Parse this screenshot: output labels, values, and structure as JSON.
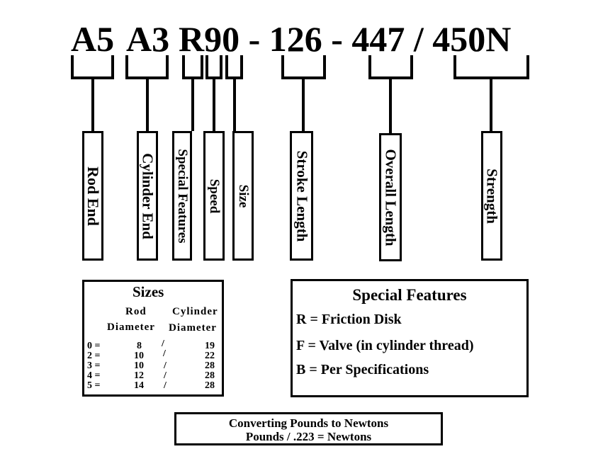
{
  "code": {
    "seg1": "A5",
    "seg2": "A3",
    "seg3": "R90 - 126 - 447 / 450N"
  },
  "labels": {
    "rod_end": "Rod End",
    "cylinder_end": "Cylinder End",
    "special_features": "Special Features",
    "speed": "Speed",
    "size": "Size",
    "stroke_length": "Stroke Length",
    "overall_length": "Overall Length",
    "strength": "Strength"
  },
  "sizes": {
    "title": "Sizes",
    "col_rod_line1": "Rod",
    "col_rod_line2": "Diameter",
    "col_cyl_line1": "Cylinder",
    "col_cyl_line2": "Diameter",
    "separator": "/",
    "rows": [
      {
        "code": "0 =",
        "rod": "8",
        "cyl": "19"
      },
      {
        "code": "2 =",
        "rod": "10",
        "cyl": "22"
      },
      {
        "code": "3 =",
        "rod": "10",
        "cyl": "28"
      },
      {
        "code": "4 =",
        "rod": "12",
        "cyl": "28"
      },
      {
        "code": "5 =",
        "rod": "14",
        "cyl": "28"
      }
    ]
  },
  "special_features": {
    "title": "Special Features",
    "items": [
      "R = Friction Disk",
      "F = Valve (in cylinder thread)",
      "B = Per Specifications"
    ]
  },
  "conversion": {
    "line1": "Converting Pounds to Newtons",
    "line2": "Pounds / .223 = Newtons"
  }
}
